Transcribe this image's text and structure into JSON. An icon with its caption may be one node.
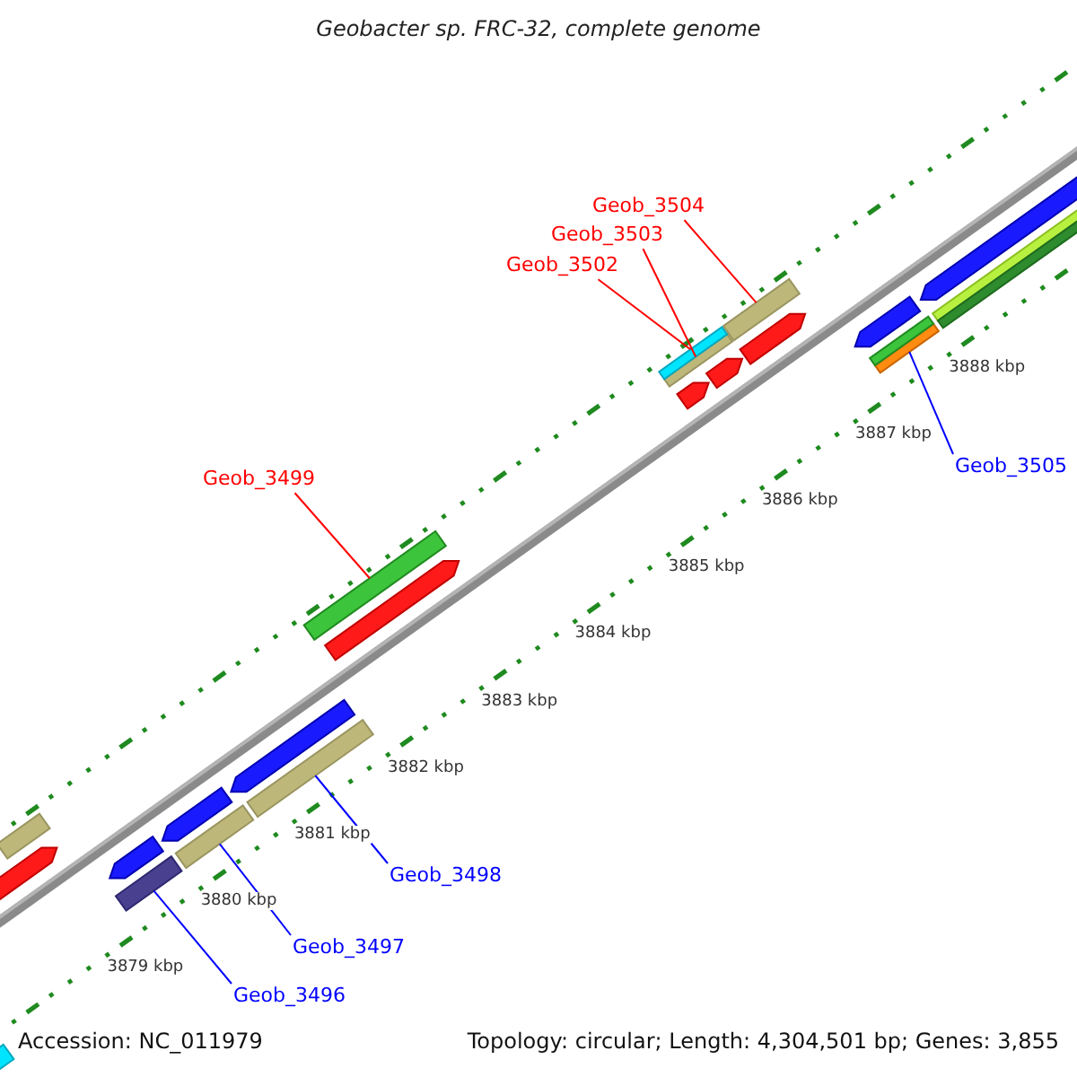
{
  "diagram": {
    "title": "Geobacter sp. FRC-32, complete genome",
    "nodes": [
      {
        "text": [
          "Geob_3504"
        ]
      },
      {
        "text": [
          "Geob_3503"
        ]
      },
      {
        "text": [
          "Geob_3502"
        ]
      },
      {
        "text": [
          "Geob_3499"
        ]
      },
      {
        "text": [
          "Geob_3505"
        ]
      },
      {
        "text": [
          "Geob_3498"
        ]
      },
      {
        "text": [
          "Geob_3497"
        ]
      },
      {
        "text": [
          "Geob_3496"
        ]
      },
      {
        "text": [],
        "shape": "bar"
      },
      {
        "text": [],
        "shape": "bar"
      },
      {
        "text": [],
        "shape": "bar"
      },
      {
        "text": [],
        "shape": "bar"
      },
      {
        "text": [],
        "shape": "bar"
      },
      {
        "text": [],
        "shape": "bar"
      },
      {
        "text": [],
        "shape": "bar"
      },
      {
        "text": [],
        "shape": "bar"
      },
      {
        "text": [],
        "shape": "bar"
      },
      {
        "text": [],
        "shape": "arrow"
      },
      {
        "text": [],
        "shape": "arrow"
      },
      {
        "text": [],
        "shape": "arrow"
      },
      {
        "text": [],
        "shape": "arrow"
      },
      {
        "text": [],
        "shape": "arrow"
      },
      {
        "text": [],
        "shape": "arrow"
      },
      {
        "text": [],
        "shape": "arrow"
      },
      {
        "text": [],
        "shape": "bar"
      },
      {
        "text": [],
        "shape": "bar"
      },
      {
        "text": [],
        "shape": "bar"
      },
      {
        "text": [],
        "shape": "arrow"
      },
      {
        "text": [],
        "shape": "arrow"
      },
      {
        "text": [],
        "shape": "arrow"
      },
      {
        "text": [],
        "shape": "bar"
      }
    ],
    "edges": [
      {
        "from": 0,
        "to": 8,
        "arrow": "none",
        "color": "#ff0000"
      },
      {
        "from": 1,
        "to": 9,
        "arrow": "none",
        "color": "#ff0000"
      },
      {
        "from": 2,
        "to": 10,
        "arrow": "none",
        "color": "#ff0000"
      },
      {
        "from": 3,
        "to": 11,
        "arrow": "none",
        "color": "#ff0000"
      },
      {
        "from": 4,
        "to": 12,
        "arrow": "none",
        "color": "#0000ff"
      },
      {
        "from": 5,
        "to": 13,
        "arrow": "none",
        "color": "#0000ff"
      },
      {
        "from": 6,
        "to": 14,
        "arrow": "none",
        "color": "#0000ff"
      },
      {
        "from": 7,
        "to": 15,
        "arrow": "none",
        "color": "#0000ff"
      }
    ],
    "labels": [
      "3879 kbp",
      "3880 kbp",
      "3881 kbp",
      "3882 kbp",
      "3883 kbp",
      "3884 kbp",
      "3885 kbp",
      "3886 kbp",
      "3887 kbp",
      "3888 kbp",
      "Accession: NC_011979",
      "Topology: circular; Length: 4,304,501 bp; Genes: 3,855"
    ]
  }
}
